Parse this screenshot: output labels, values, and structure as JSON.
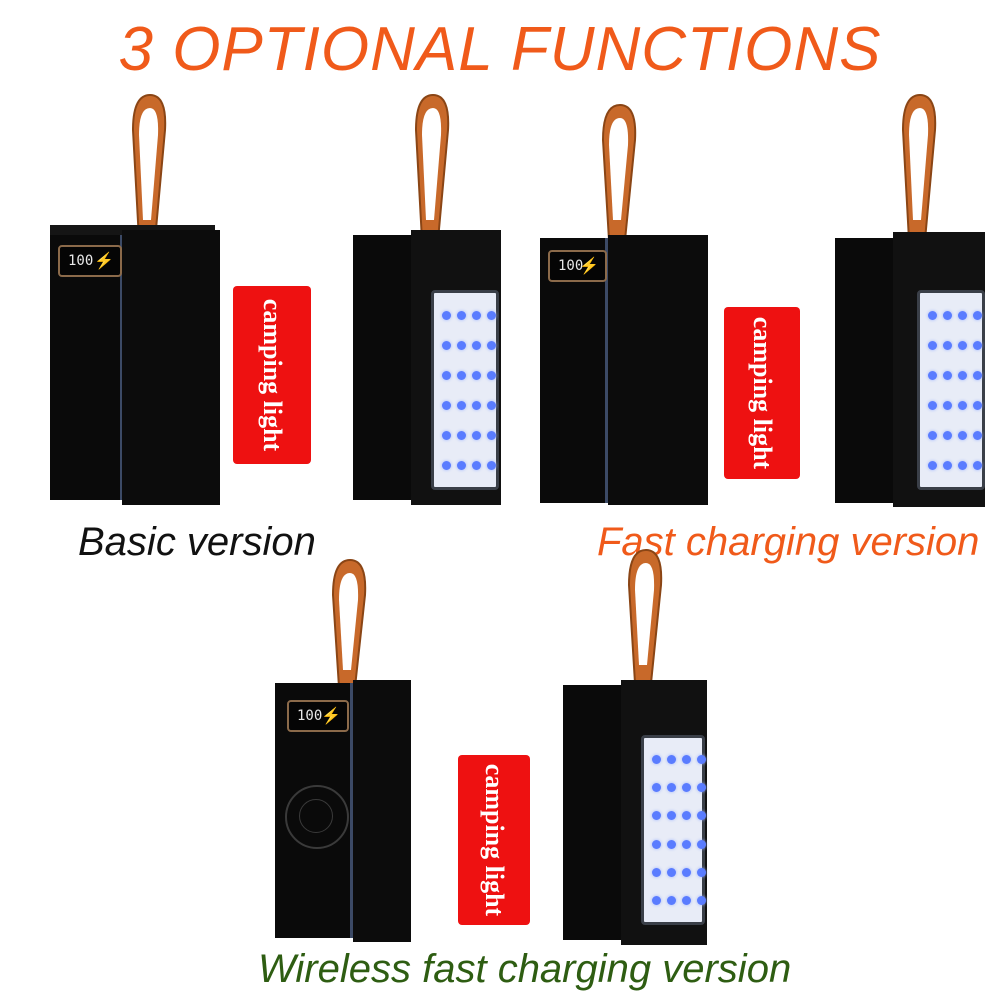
{
  "title": "3 OPTIONAL FUNCTIONS",
  "tags": [
    "camping light",
    "camping light",
    "camping light"
  ],
  "versions": {
    "basic": "Basic version",
    "fast": "Fast charging version",
    "wireless": "Wireless fast charging version"
  },
  "display": {
    "reading": "100",
    "icon": "bolt-icon"
  },
  "colors": {
    "title": "#f05a1a",
    "fast_caption": "#f05a1a",
    "wireless_caption": "#2e5d12",
    "tag": "#ee1111",
    "strap": "#c8692a"
  }
}
